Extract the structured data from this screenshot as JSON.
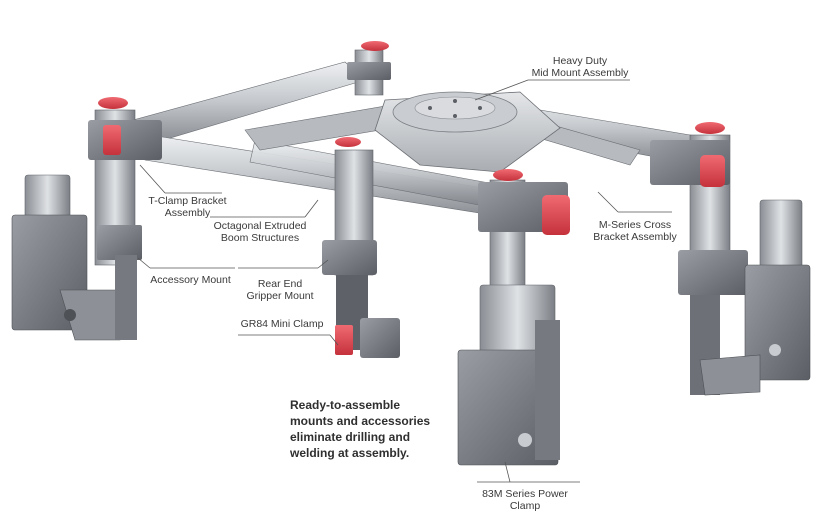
{
  "labels": {
    "heavy_duty": "Heavy Duty\nMid Mount Assembly",
    "t_clamp": "T-Clamp Bracket\nAssembly",
    "octagonal": "Octagonal Extruded\nBoom Structures",
    "m_series": "M-Series Cross\nBracket Assembly",
    "accessory": "Accessory Mount",
    "rear_end": "Rear End\nGripper Mount",
    "gr84": "GR84 Mini Clamp",
    "power_clamp": "83M Series Power\nClamp"
  },
  "caption": "Ready-to-assemble\nmounts and accessories\neliminate drilling and\nwelding at assembly.",
  "colors": {
    "metal_light": "#d7d9dc",
    "metal_mid": "#a8acb1",
    "metal_dark": "#6c7076",
    "bracket_dark": "#4e5257",
    "red_cap": "#e2434d",
    "background": "#ffffff"
  }
}
